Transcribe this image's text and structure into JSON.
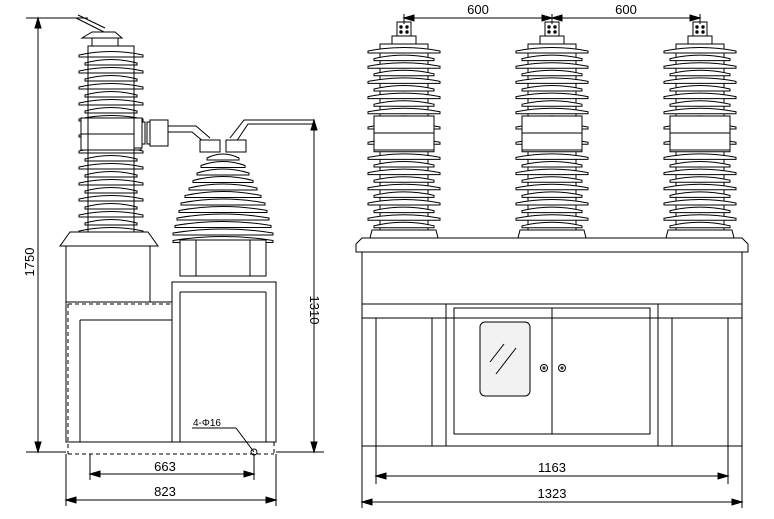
{
  "dimensions": {
    "side_total_height": "1750",
    "side_tank_height": "1310",
    "side_bolt_spacing": "663",
    "side_base_width": "823",
    "front_pole_spacing_left": "600",
    "front_pole_spacing_right": "600",
    "front_inner_width": "1163",
    "front_total_width": "1323"
  },
  "annotations": {
    "mounting_holes": "4-Φ16"
  },
  "colors": {
    "line": "#000000",
    "background": "#ffffff",
    "window_tint": "#f2f2f2"
  }
}
